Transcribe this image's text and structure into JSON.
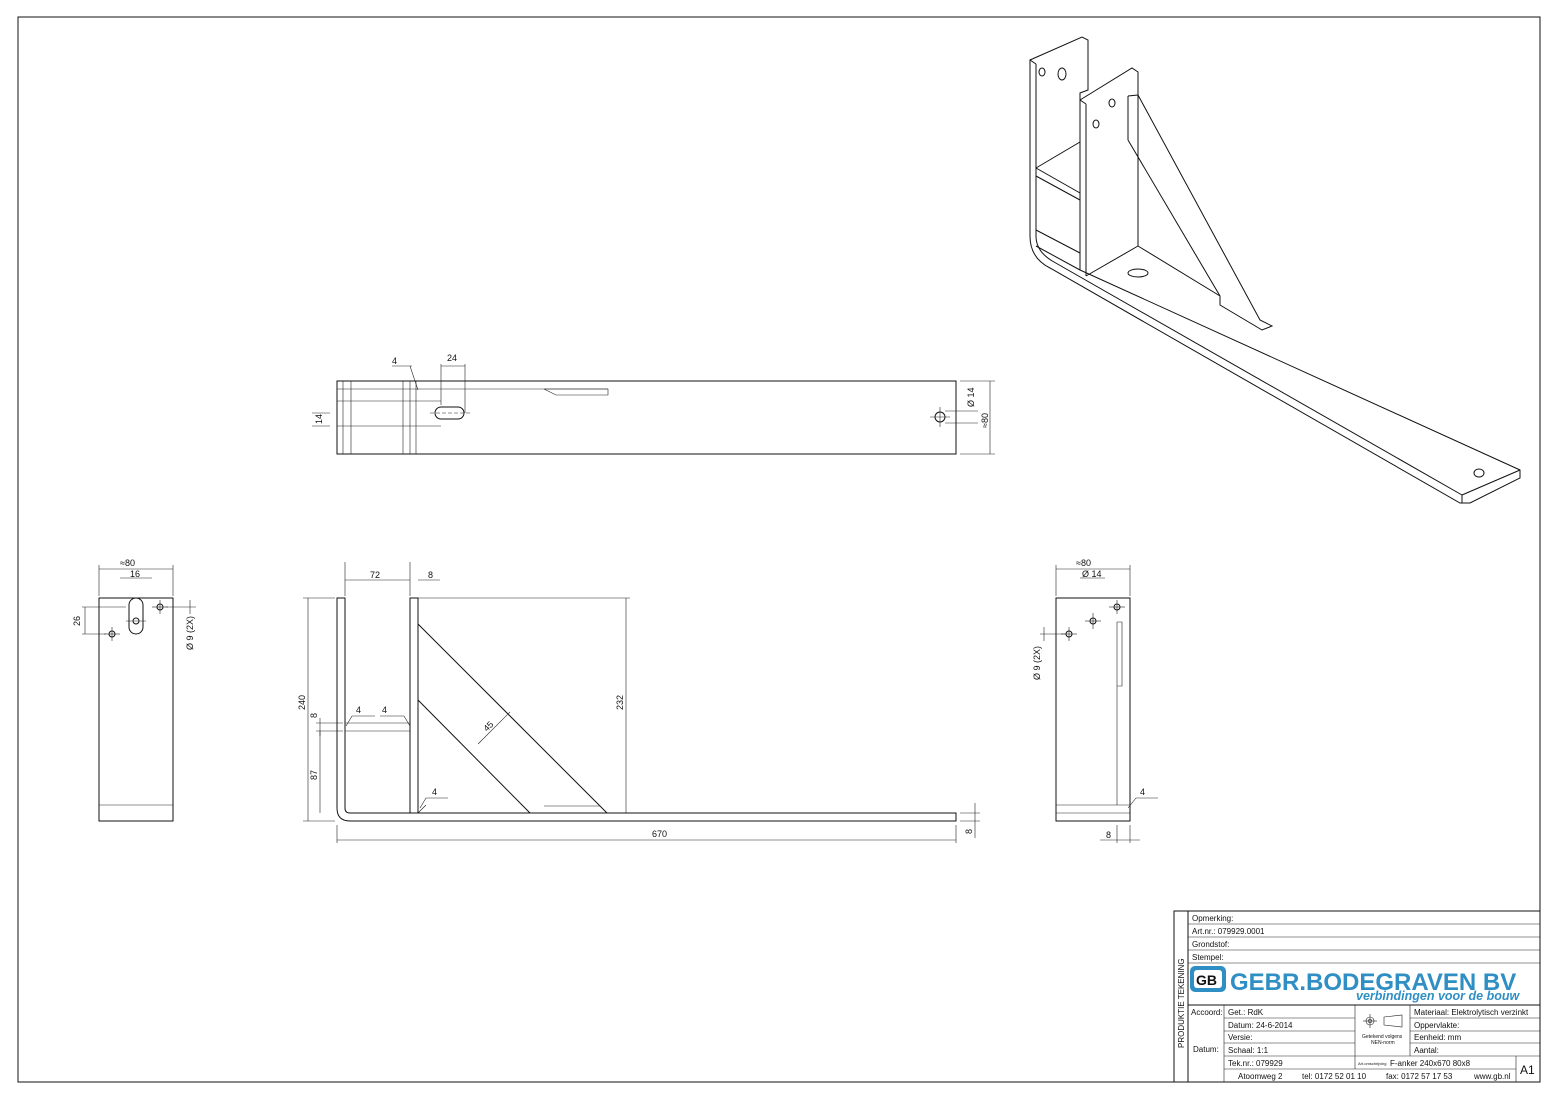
{
  "dimensions": {
    "top_24": "24",
    "top_dia14": "Ø 14",
    "top_80": "≈80",
    "top_14": "14",
    "left_80": "≈80",
    "left_16": "16",
    "left_26": "26",
    "left_dia9": "Ø 9 (2X)",
    "front_72": "72",
    "front_8": "8",
    "front_240": "240",
    "front_8b": "8",
    "front_87": "87",
    "front_45": "45",
    "front_232": "232",
    "front_670": "670",
    "front_8c": "8",
    "right_80": "≈80",
    "right_dia14": "Ø 14",
    "right_dia9": "Ø 9 (2X)",
    "right_8": "8",
    "weld_4": "4"
  },
  "titleblock": {
    "side_label": "PRODUKTIE TEKENING",
    "opmerking": "Opmerking:",
    "artnr": "Art.nr.:  079929.0001",
    "grondstof": "Grondstof:",
    "stempel": "Stempel:",
    "company": "GEBR.BODEGRAVEN BV",
    "tagline": "verbindingen voor de bouw",
    "logo_letters": "GB",
    "accoord": "Accoord:",
    "datum_label": "Datum:",
    "get": "Get.: RdK",
    "datum": "Datum: 24-6-2014",
    "versie": "Versie:",
    "schaal": "Schaal: 1:1",
    "teknr": "Tek.nr.: 079929",
    "getekend": "Getekend volgens",
    "nen": "NEN-norm",
    "materiaal": "Materiaal: Elektrolytisch verzinkt",
    "oppervlakte": "Oppervlakte:",
    "eenheid": "Eenheid: mm",
    "aantal": "Aantal:",
    "art_omschr_label": "Art.omschrijving",
    "art_omschr": "F-anker 240x670  80x8",
    "format": "A1",
    "adres": "Atoomweg 2",
    "tel": "tel: 0172 52 01 10",
    "fax": "fax: 0172 57 17 53",
    "web": "www.gb.nl"
  }
}
